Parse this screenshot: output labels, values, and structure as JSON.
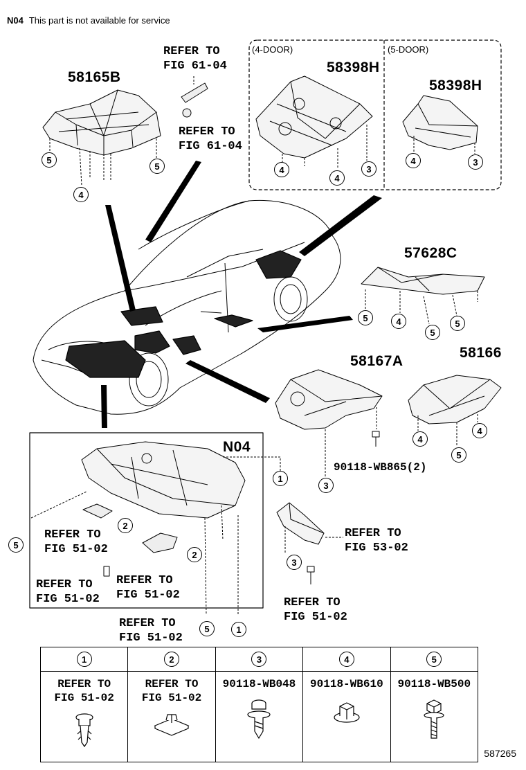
{
  "header_note": {
    "code": "N04",
    "text": "This part is not available for service"
  },
  "figure_number": "587265",
  "part_numbers": {
    "p58165B": "58165B",
    "p58398H_4door": "58398H",
    "p58398H_5door": "58398H",
    "p57628C": "57628C",
    "p58167A": "58167A",
    "p58166": "58166",
    "pN04": "N04",
    "bolt_callout": "90118-WB865(2)"
  },
  "door_labels": {
    "four_door": "(4-DOOR)",
    "five_door": "(5-DOOR)"
  },
  "references": {
    "fig61_line1": "REFER TO",
    "fig61_line2": "FIG 61-04",
    "fig51_line1": "REFER TO",
    "fig51_line2": "FIG 51-02",
    "fig53_line1": "REFER TO",
    "fig53_line2": "FIG 53-02"
  },
  "callouts": {
    "c1": "1",
    "c2": "2",
    "c3": "3",
    "c4": "4",
    "c5": "5"
  },
  "legend": [
    {
      "num": "1",
      "line1": "REFER TO",
      "line2": "FIG 51-02",
      "icon": "push-clip-icon"
    },
    {
      "num": "2",
      "line1": "REFER TO",
      "line2": "FIG 51-02",
      "icon": "retainer-clip-icon"
    },
    {
      "num": "3",
      "line1": "90118-WB048",
      "line2": "",
      "icon": "screw-clip-icon"
    },
    {
      "num": "4",
      "line1": "90118-WB610",
      "line2": "",
      "icon": "nut-icon"
    },
    {
      "num": "5",
      "line1": "90118-WB500",
      "line2": "",
      "icon": "bolt-icon"
    }
  ]
}
